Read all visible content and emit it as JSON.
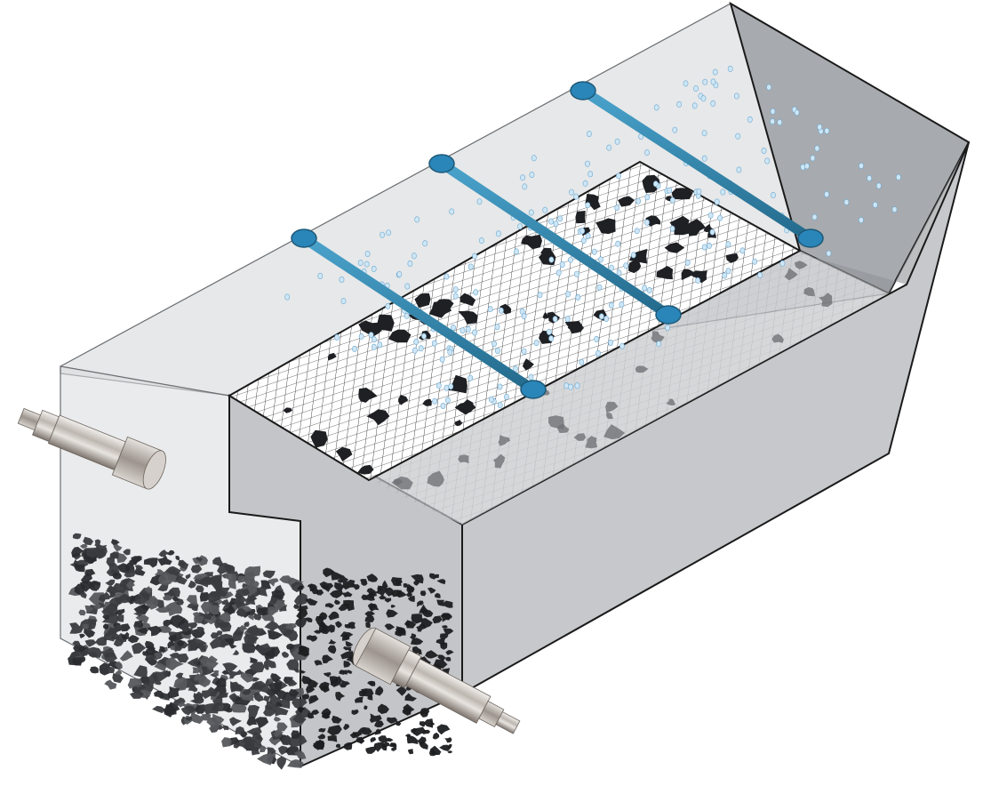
{
  "diagram": {
    "subject": "washing-tank-with-mesh-screen-spray-bars-and-sensors",
    "components": [
      {
        "name": "tank-back-wall",
        "kind": "transparent-panel"
      },
      {
        "name": "tank-left-wall",
        "kind": "transparent-panel"
      },
      {
        "name": "tank-slope-wall",
        "kind": "panel"
      },
      {
        "name": "mesh-screen",
        "kind": "screen"
      },
      {
        "name": "spray-bar",
        "count": 3
      },
      {
        "name": "water-droplets",
        "kind": "spray"
      },
      {
        "name": "debris-particles",
        "kind": "solid-fragments"
      },
      {
        "name": "collected-sediment",
        "kind": "pile"
      },
      {
        "name": "level-sensor",
        "count": 2
      }
    ],
    "colors": {
      "spray_bar": "#2f7fa6",
      "spray_bar_end": "#2a86b8",
      "droplet": "#cfe6f5",
      "debris": "#1f2024",
      "panel": "#c9cbce",
      "panel_dark": "#a7aaae",
      "edge": "#1a1a1a"
    }
  }
}
